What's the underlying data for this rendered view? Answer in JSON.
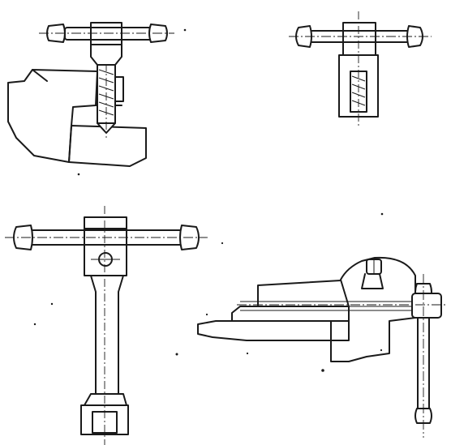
{
  "figure": {
    "views": [
      {
        "name": "t-handle-wrench-engaging-clamp-screw"
      },
      {
        "name": "t-handle-wrench-socket-section"
      },
      {
        "name": "long-t-handle-socket-wrench"
      },
      {
        "name": "bench-vise-with-handle-bar"
      }
    ]
  }
}
